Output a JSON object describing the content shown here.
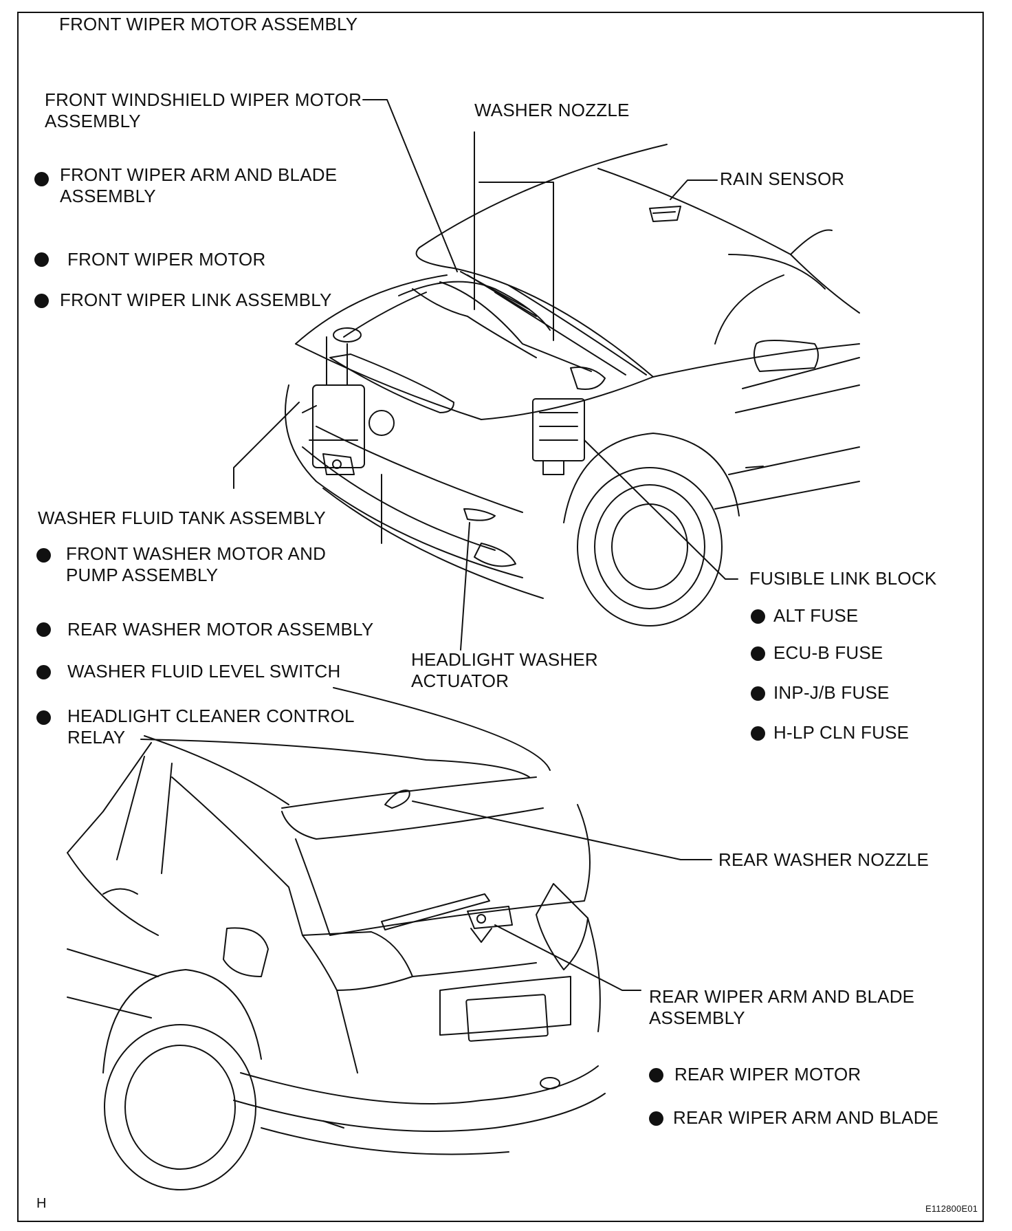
{
  "title": "FRONT WIPER MOTOR ASSEMBLY",
  "callouts": {
    "front_ws_motor": [
      "FRONT WINDSHIELD WIPER MOTOR",
      "ASSEMBLY"
    ],
    "washer_nozzle": "WASHER NOZZLE",
    "rain_sensor": "RAIN SENSOR",
    "washer_tank": "WASHER FLUID TANK ASSEMBLY",
    "fusible_link": "FUSIBLE LINK BLOCK",
    "headlight_washer": [
      "HEADLIGHT WASHER",
      "ACTUATOR"
    ],
    "rear_washer_nozzle": "REAR WASHER NOZZLE",
    "rear_wiper_arm": [
      "REAR WIPER ARM AND BLADE",
      "ASSEMBLY"
    ]
  },
  "front_motor_items": [
    [
      "FRONT WIPER ARM AND BLADE",
      "ASSEMBLY"
    ],
    [
      "FRONT WIPER MOTOR"
    ],
    [
      "FRONT WIPER LINK ASSEMBLY"
    ]
  ],
  "tank_items": [
    [
      "FRONT WASHER MOTOR AND",
      "PUMP ASSEMBLY"
    ],
    [
      "REAR WASHER MOTOR ASSEMBLY"
    ],
    [
      "WASHER FLUID LEVEL SWITCH"
    ],
    [
      "HEADLIGHT CLEANER CONTROL",
      "RELAY"
    ]
  ],
  "fuse_items": [
    "ALT FUSE",
    "ECU-B FUSE",
    "INP-J/B FUSE",
    "H-LP CLN FUSE"
  ],
  "rear_items": [
    "REAR WIPER MOTOR",
    "REAR WIPER ARM AND BLADE"
  ],
  "corner_letter": "H",
  "figure_code": "E112800E01",
  "colors": {
    "ink": "#111111",
    "paper": "#ffffff"
  }
}
